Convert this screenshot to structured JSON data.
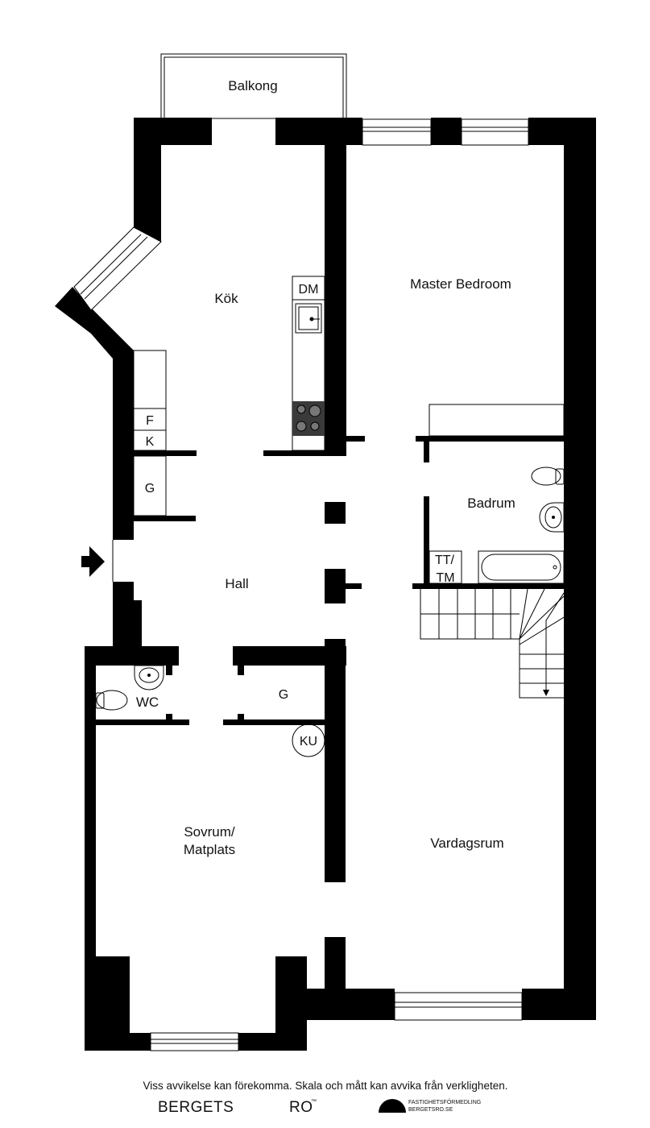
{
  "rooms": {
    "balkong": "Balkong",
    "kok": "Kök",
    "master_bedroom": "Master Bedroom",
    "hall": "Hall",
    "badrum": "Badrum",
    "wc": "WC",
    "sovrum_line1": "Sovrum/",
    "sovrum_line2": "Matplats",
    "vardagsrum": "Vardagsrum"
  },
  "fixtures": {
    "dm": "DM",
    "f": "F",
    "k": "K",
    "g_kok": "G",
    "g_hall": "G",
    "tt_line1": "TT/",
    "tt_line2": "TM",
    "ku": "KU"
  },
  "footer": {
    "disclaimer": "Viss avvikelse kan förekomma. Skala och mått kan avvika från verkligheten.",
    "brand_left": "BERGETS",
    "brand_right": "RO",
    "brand_tm": "™",
    "agency_line1": "FASTIGHETSFÖRMEDLING",
    "agency_line2": "BERGETSRO.SE"
  },
  "icons": [
    "entrance-arrow-icon",
    "sink-icon",
    "stove-icon",
    "toilet-icon",
    "washbasin-icon",
    "bathtub-icon",
    "stairs-icon",
    "brand-logo-icon"
  ]
}
